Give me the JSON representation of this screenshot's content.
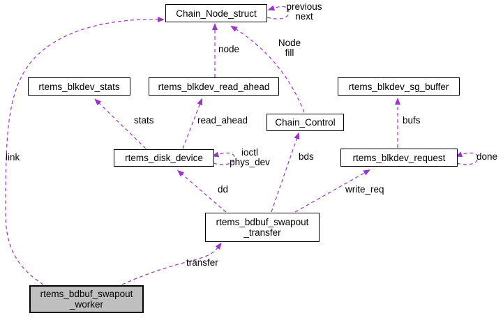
{
  "diagram": {
    "nodes": {
      "chain_node": {
        "label": "Chain_Node_struct"
      },
      "blkdev_stats": {
        "label": "rtems_blkdev_stats"
      },
      "blkdev_read_ahead": {
        "label": "rtems_blkdev_read_ahead"
      },
      "blkdev_sg_buffer": {
        "label": "rtems_blkdev_sg_buffer"
      },
      "chain_control": {
        "label": "Chain_Control"
      },
      "disk_device": {
        "label": "rtems_disk_device"
      },
      "blkdev_request": {
        "label": "rtems_blkdev_request"
      },
      "swapout_transfer": {
        "line1": "rtems_bdbuf_swapout",
        "line2": "_transfer"
      },
      "swapout_worker": {
        "line1": "rtems_bdbuf_swapout",
        "line2": "_worker"
      }
    },
    "edge_labels": {
      "previous": "previous",
      "next": "next",
      "node": "node",
      "node_member": "Node",
      "fill": "fill",
      "stats": "stats",
      "read_ahead": "read_ahead",
      "bufs": "bufs",
      "ioctl": "ioctl",
      "phys_dev": "phys_dev",
      "bds": "bds",
      "done": "done",
      "link": "link",
      "dd": "dd",
      "write_req": "write_req",
      "transfer": "transfer"
    },
    "colors": {
      "edge": "#9a32cd",
      "node_border": "#000000",
      "node_bg": "#ffffff",
      "current_node_bg": "#bfbfbf"
    }
  }
}
